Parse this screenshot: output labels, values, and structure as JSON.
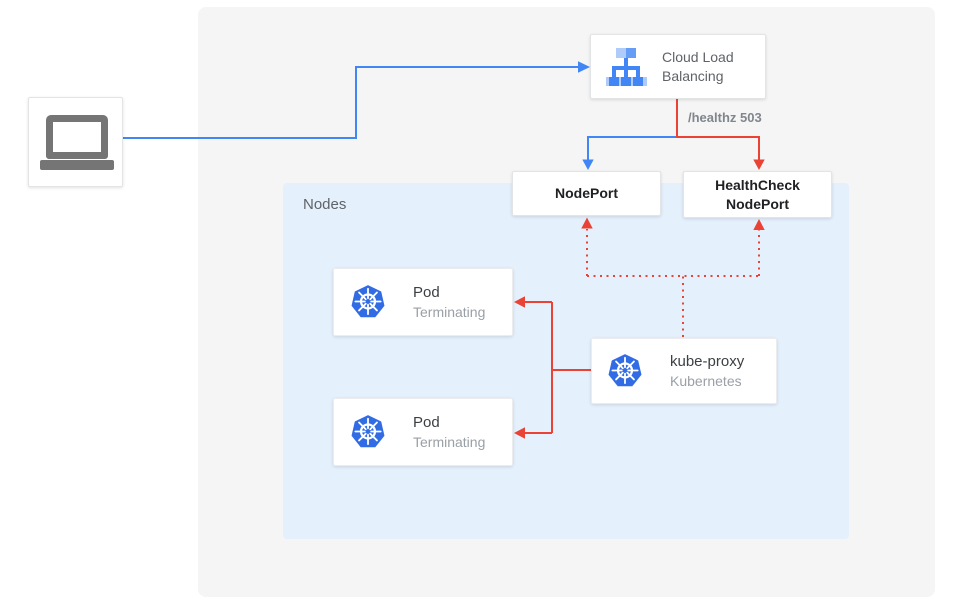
{
  "panels": {
    "nodes": {
      "label": "Nodes"
    }
  },
  "nodes": {
    "client": {
      "icon": "laptop-icon"
    },
    "cloud_load_balancing": {
      "label": "Cloud Load Balancing",
      "icon": "cloud-load-balancing-icon"
    },
    "nodeport": {
      "label": "NodePort"
    },
    "healthcheck_nodeport": {
      "label": "HealthCheck NodePort"
    },
    "pod1": {
      "title": "Pod",
      "status": "Terminating",
      "icon": "kubernetes-icon"
    },
    "pod2": {
      "title": "Pod",
      "status": "Terminating",
      "icon": "kubernetes-icon"
    },
    "kube_proxy": {
      "title": "kube-proxy",
      "subtitle": "Kubernetes",
      "icon": "kubernetes-icon"
    }
  },
  "edges": {
    "healthz_label": "/healthz 503",
    "list": [
      {
        "from": "client",
        "to": "cloud_load_balancing",
        "style": "solid",
        "color": "#4285f4"
      },
      {
        "from": "cloud_load_balancing",
        "to": "nodeport",
        "style": "solid",
        "color": "#4285f4"
      },
      {
        "from": "cloud_load_balancing",
        "to": "healthcheck_nodeport",
        "style": "solid",
        "color": "#ea4335",
        "label": "/healthz 503"
      },
      {
        "from": "kube_proxy",
        "to": "pod1",
        "style": "solid",
        "color": "#ea4335"
      },
      {
        "from": "kube_proxy",
        "to": "pod2",
        "style": "solid",
        "color": "#ea4335"
      },
      {
        "from": "kube_proxy",
        "to": "nodeport",
        "style": "dotted",
        "color": "#ea4335"
      },
      {
        "from": "kube_proxy",
        "to": "healthcheck_nodeport",
        "style": "dotted",
        "color": "#ea4335"
      }
    ]
  },
  "colors": {
    "traffic_blue": "#4285f4",
    "health_red": "#ea4335",
    "kubernetes_blue": "#326ce5",
    "nodes_panel_bg": "#e4f0fc",
    "outer_panel_bg": "#f5f5f6",
    "muted_text": "#9aa0a6"
  }
}
